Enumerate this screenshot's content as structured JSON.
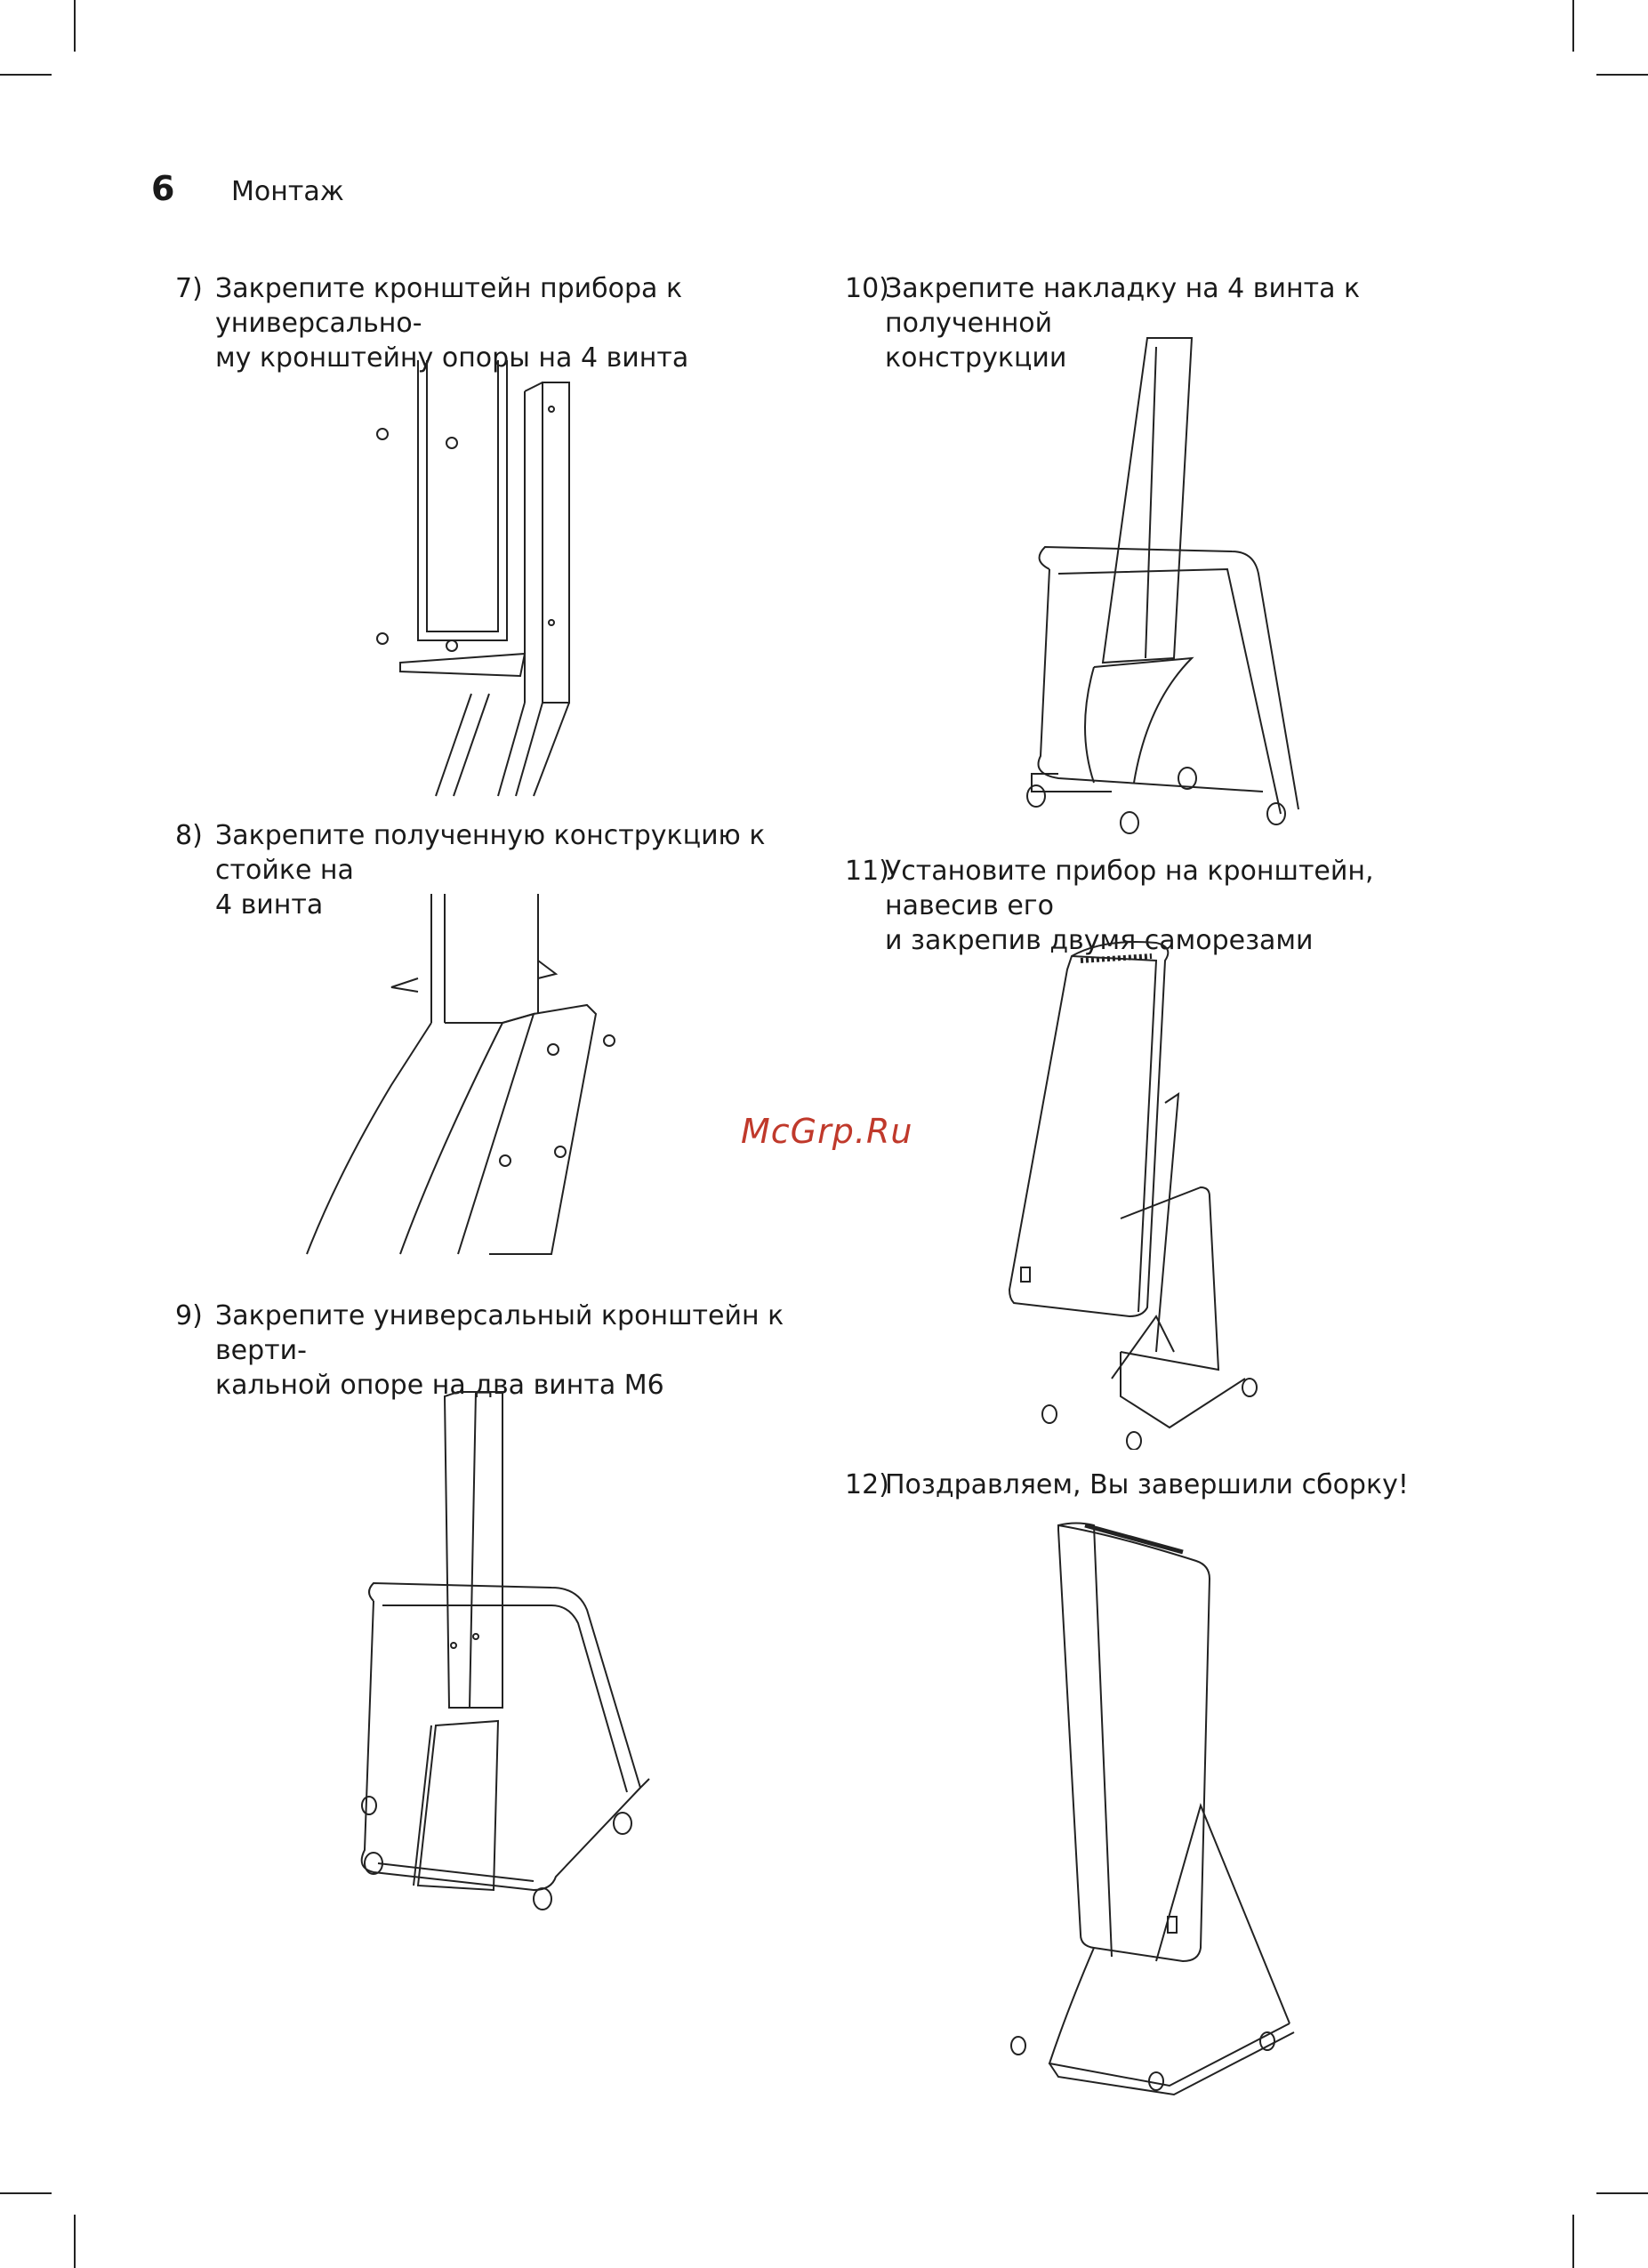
{
  "header": {
    "page_number": "6",
    "section": "Монтаж"
  },
  "steps": [
    {
      "number": "7)",
      "text": "Закрепите кронштейн прибора к универсально-\nму кронштейну опоры на 4 винта"
    },
    {
      "number": "8)",
      "text": "Закрепите полученную конструкцию к стойке на\n4 винта"
    },
    {
      "number": "9)",
      "text": "Закрепите универсальный кронштейн к верти-\nкальной опоре на два винта М6"
    },
    {
      "number": "10)",
      "text": "Закрепите накладку на 4 винта к полученной\nконструкции"
    },
    {
      "number": "11)",
      "text": "Установите прибор на кронштейн, навесив его\nи закрепив двумя саморезами"
    },
    {
      "number": "12)",
      "text": "Поздравляем, Вы завершили сборку!"
    }
  ],
  "watermark": "McGrp.Ru"
}
